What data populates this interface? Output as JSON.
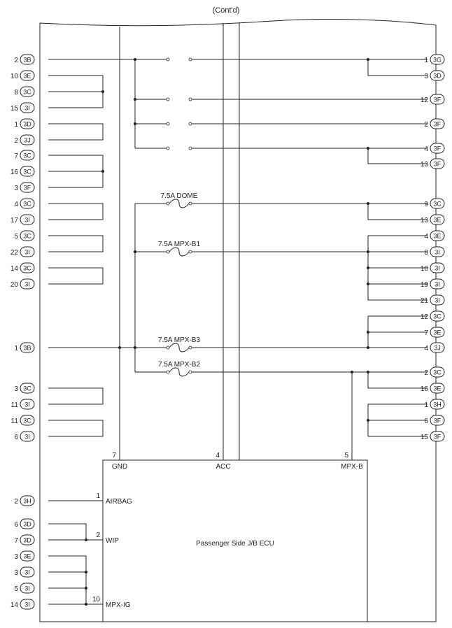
{
  "header": "(Cont'd)",
  "ecu": {
    "name": "Passenger Side J/B ECU",
    "top_pins": [
      {
        "num": "7",
        "label": "GND"
      },
      {
        "num": "4",
        "label": "ACC"
      },
      {
        "num": "5",
        "label": "MPX-B"
      }
    ],
    "left_pins": [
      {
        "num": "1",
        "label": "AIRBAG"
      },
      {
        "num": "2",
        "label": "WIP"
      },
      {
        "num": "10",
        "label": "MPX-IG"
      }
    ]
  },
  "fuses": [
    {
      "label": "7.5A DOME"
    },
    {
      "label": "7.5A MPX-B1"
    },
    {
      "label": "7.5A MPX-B3"
    },
    {
      "label": "7.5A MPX-B2"
    }
  ],
  "left_terminals": [
    {
      "pin": "2",
      "conn": "3B"
    },
    {
      "pin": "10",
      "conn": "3E"
    },
    {
      "pin": "8",
      "conn": "3C"
    },
    {
      "pin": "15",
      "conn": "3I"
    },
    {
      "pin": "1",
      "conn": "3D"
    },
    {
      "pin": "2",
      "conn": "3J"
    },
    {
      "pin": "7",
      "conn": "3C"
    },
    {
      "pin": "16",
      "conn": "3C"
    },
    {
      "pin": "3",
      "conn": "3F"
    },
    {
      "pin": "4",
      "conn": "3C"
    },
    {
      "pin": "17",
      "conn": "3I"
    },
    {
      "pin": "5",
      "conn": "3C"
    },
    {
      "pin": "22",
      "conn": "3I"
    },
    {
      "pin": "14",
      "conn": "3C"
    },
    {
      "pin": "20",
      "conn": "3I"
    },
    {
      "pin": "1",
      "conn": "3B"
    },
    {
      "pin": "3",
      "conn": "3C"
    },
    {
      "pin": "11",
      "conn": "3I"
    },
    {
      "pin": "11",
      "conn": "3C"
    },
    {
      "pin": "6",
      "conn": "3I"
    },
    {
      "pin": "2",
      "conn": "3H"
    },
    {
      "pin": "6",
      "conn": "3D"
    },
    {
      "pin": "7",
      "conn": "3D"
    },
    {
      "pin": "3",
      "conn": "3E"
    },
    {
      "pin": "3",
      "conn": "3I"
    },
    {
      "pin": "5",
      "conn": "3I"
    },
    {
      "pin": "14",
      "conn": "3I"
    }
  ],
  "right_terminals": [
    {
      "pin": "1",
      "conn": "3G"
    },
    {
      "pin": "3",
      "conn": "3D"
    },
    {
      "pin": "12",
      "conn": "3F"
    },
    {
      "pin": "2",
      "conn": "3F"
    },
    {
      "pin": "4",
      "conn": "3F"
    },
    {
      "pin": "13",
      "conn": "3F"
    },
    {
      "pin": "9",
      "conn": "3C"
    },
    {
      "pin": "13",
      "conn": "3E"
    },
    {
      "pin": "4",
      "conn": "3E"
    },
    {
      "pin": "8",
      "conn": "3I"
    },
    {
      "pin": "10",
      "conn": "3I"
    },
    {
      "pin": "19",
      "conn": "3I"
    },
    {
      "pin": "21",
      "conn": "3I"
    },
    {
      "pin": "12",
      "conn": "3C"
    },
    {
      "pin": "7",
      "conn": "3E"
    },
    {
      "pin": "4",
      "conn": "3J"
    },
    {
      "pin": "2",
      "conn": "3C"
    },
    {
      "pin": "16",
      "conn": "3E"
    },
    {
      "pin": "1",
      "conn": "3H"
    },
    {
      "pin": "6",
      "conn": "3F"
    },
    {
      "pin": "15",
      "conn": "3F"
    }
  ]
}
